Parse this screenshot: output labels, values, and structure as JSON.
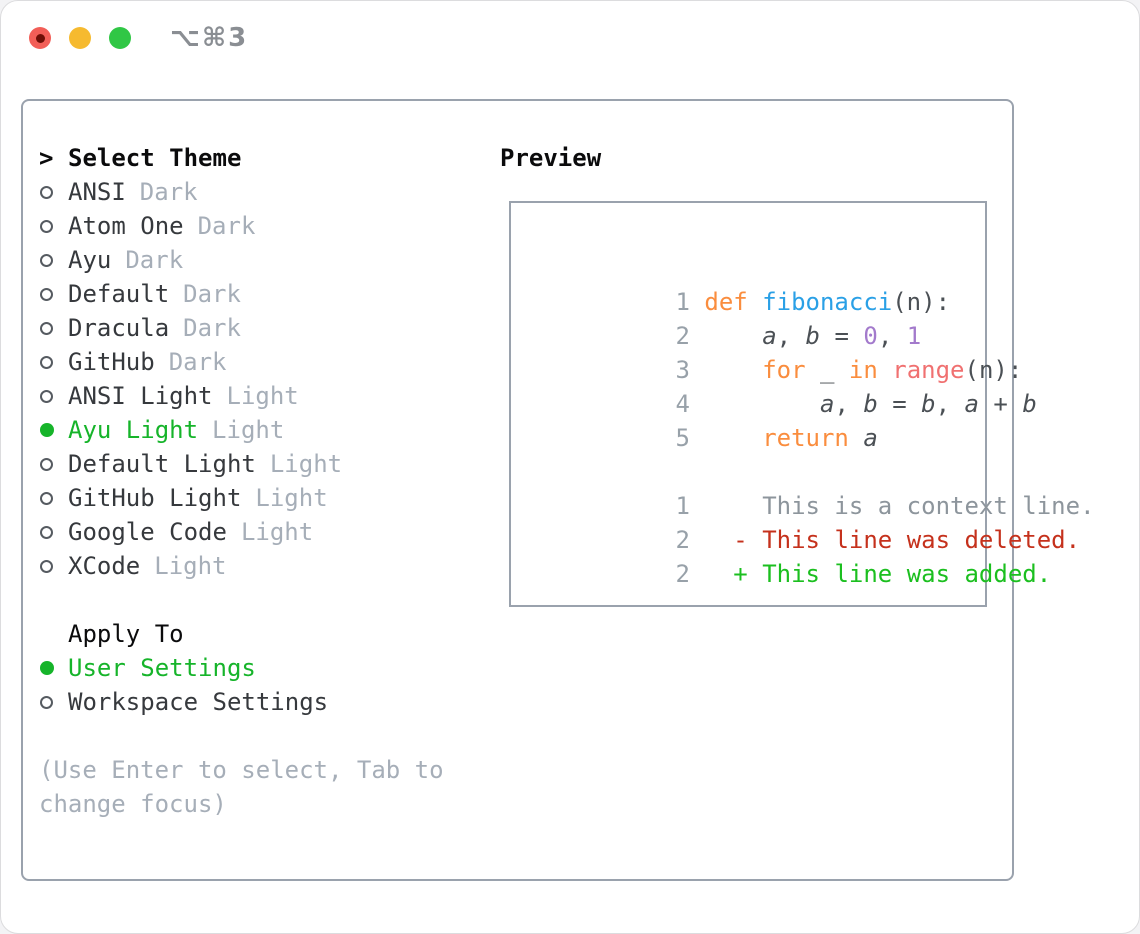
{
  "window": {
    "title": "⌥⌘3",
    "traffic_lights": [
      "close",
      "minimize",
      "zoom"
    ]
  },
  "colors": {
    "selection_green": "#16b42a",
    "added_green": "#1bbf1f",
    "deleted_red": "#c5311c",
    "keyword_orange": "#fa8d3e",
    "function_blue": "#2aa0e6",
    "number_purple": "#a37acc",
    "special_salmon": "#f07171",
    "muted_gray": "#a6aeb8",
    "panel_border": "#9aa2ad"
  },
  "theme_picker": {
    "cursor": ">",
    "header": "Select Theme",
    "items": [
      {
        "name": "ANSI",
        "variant": "Dark",
        "selected": false
      },
      {
        "name": "Atom One",
        "variant": "Dark",
        "selected": false
      },
      {
        "name": "Ayu",
        "variant": "Dark",
        "selected": false
      },
      {
        "name": "Default",
        "variant": "Dark",
        "selected": false
      },
      {
        "name": "Dracula",
        "variant": "Dark",
        "selected": false
      },
      {
        "name": "GitHub",
        "variant": "Dark",
        "selected": false
      },
      {
        "name": "ANSI Light",
        "variant": "Light",
        "selected": false
      },
      {
        "name": "Ayu Light",
        "variant": "Light",
        "selected": true
      },
      {
        "name": "Default Light",
        "variant": "Light",
        "selected": false
      },
      {
        "name": "GitHub Light",
        "variant": "Light",
        "selected": false
      },
      {
        "name": "Google Code",
        "variant": "Light",
        "selected": false
      },
      {
        "name": "XCode",
        "variant": "Light",
        "selected": false
      }
    ]
  },
  "apply_to": {
    "header": "Apply To",
    "options": [
      {
        "label": "User Settings",
        "selected": true
      },
      {
        "label": "Workspace Settings",
        "selected": false
      }
    ]
  },
  "hint": {
    "lines": [
      "(Use Enter to select, Tab to",
      "change focus)"
    ]
  },
  "preview": {
    "header": "Preview",
    "code": [
      {
        "num": "1",
        "segs": [
          "def ",
          "fibonacci",
          "(n):"
        ]
      },
      {
        "num": "2",
        "segs": [
          "    ",
          "a",
          ", ",
          "b",
          " = ",
          "0",
          ", ",
          "1"
        ]
      },
      {
        "num": "3",
        "segs": [
          "    ",
          "for ",
          "_ ",
          "in ",
          "range",
          "(n):"
        ]
      },
      {
        "num": "4",
        "segs": [
          "        ",
          "a",
          ", ",
          "b",
          " = ",
          "b",
          ", ",
          "a",
          " + ",
          "b"
        ]
      },
      {
        "num": "5",
        "segs": [
          "    ",
          "return ",
          "a"
        ]
      },
      {
        "num": "",
        "segs": []
      },
      {
        "num": "1",
        "segs": [
          "    This is a context line."
        ]
      },
      {
        "num": "2",
        "segs": [
          "  ",
          "- This line was deleted."
        ]
      },
      {
        "num": "2",
        "segs": [
          "  ",
          "+ This line was added."
        ]
      }
    ]
  }
}
